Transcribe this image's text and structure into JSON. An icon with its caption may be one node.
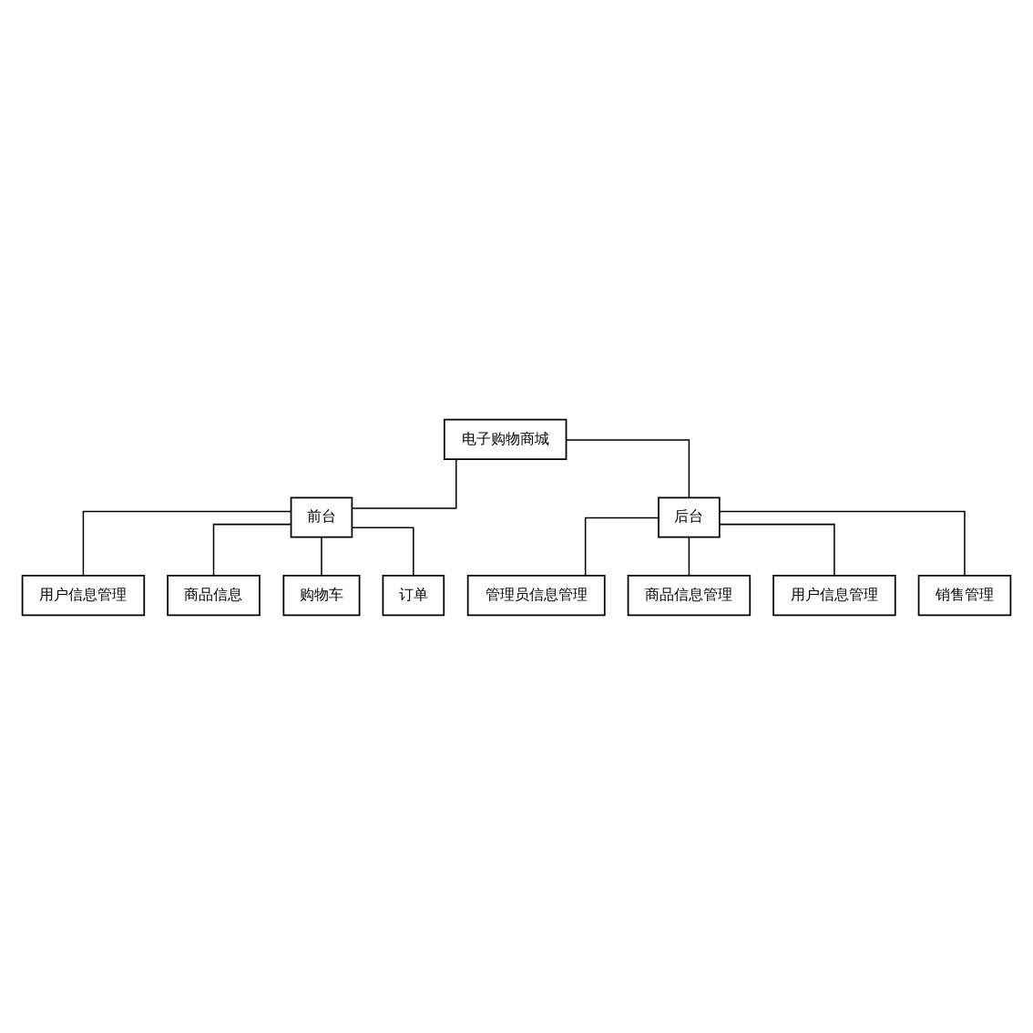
{
  "diagram": {
    "nodes": [
      {
        "text": [
          "电子购物商城"
        ]
      },
      {
        "text": [
          "前台"
        ]
      },
      {
        "text": [
          "用户信息管理"
        ]
      },
      {
        "text": [
          "商品信息"
        ]
      },
      {
        "text": [
          "购物车"
        ]
      },
      {
        "text": [
          "订单"
        ]
      },
      {
        "text": [
          "后台"
        ]
      },
      {
        "text": [
          "管理员信息管理"
        ]
      },
      {
        "text": [
          "商品信息管理"
        ]
      },
      {
        "text": [
          "用户信息管理"
        ]
      },
      {
        "text": [
          "销售管理"
        ]
      }
    ],
    "edges": [
      {
        "from": 0,
        "to": 1,
        "arrow": "none"
      },
      {
        "from": 0,
        "to": 6,
        "arrow": "none"
      },
      {
        "from": 1,
        "to": 2,
        "arrow": "none"
      },
      {
        "from": 1,
        "to": 3,
        "arrow": "none"
      },
      {
        "from": 1,
        "to": 4,
        "arrow": "none"
      },
      {
        "from": 1,
        "to": 5,
        "arrow": "none"
      },
      {
        "from": 6,
        "to": 7,
        "arrow": "none"
      },
      {
        "from": 6,
        "to": 8,
        "arrow": "none"
      },
      {
        "from": 6,
        "to": 9,
        "arrow": "none"
      },
      {
        "from": 6,
        "to": 10,
        "arrow": "none"
      }
    ]
  }
}
